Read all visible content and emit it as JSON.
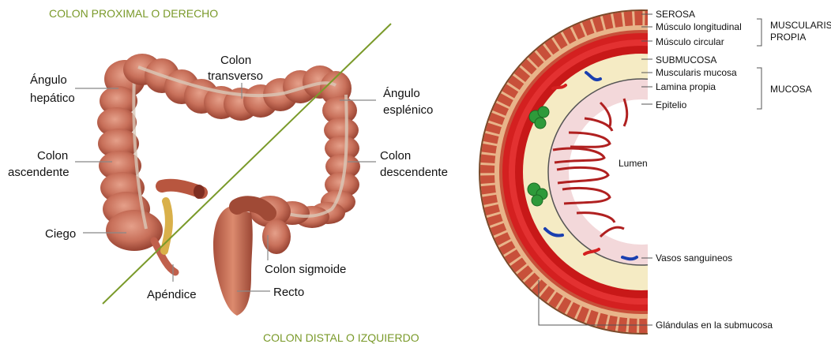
{
  "colors": {
    "accent_green": "#7a9a2a",
    "colon_flesh": "#c8705a",
    "colon_dark": "#8e3a2a",
    "muscle_red": "#d42020",
    "submucosa_cream": "#f5ebc4",
    "lumen_pink": "#f3d8da",
    "gland_green": "#2e9a3a",
    "vessel_blue": "#1a3fb0"
  },
  "left_figure": {
    "title_top": "COLON PROXIMAL O DERECHO",
    "title_bottom": "COLON DISTAL O IZQUIERDO",
    "labels": {
      "angulo_hepatico": [
        "Ángulo",
        "hepático"
      ],
      "colon_transverso": [
        "Colon",
        "transverso"
      ],
      "angulo_esplenico": [
        "Ángulo",
        "esplénico"
      ],
      "colon_ascendente": [
        "Colon",
        "ascendente"
      ],
      "colon_descendente": [
        "Colon",
        "descendente"
      ],
      "ciego": "Ciego",
      "colon_sigmoide": "Colon sigmoide",
      "apendice": "Apéndice",
      "recto": "Recto"
    }
  },
  "right_figure": {
    "labels": {
      "serosa": "SEROSA",
      "musculo_longitudinal": "Músculo longitudinal",
      "musculo_circular": "Músculo circular",
      "muscularis_propia": [
        "MUSCULARIS",
        "PROPIA"
      ],
      "submucosa": "SUBMUCOSA",
      "muscularis_mucosa": "Muscularis mucosa",
      "lamina_propia": "Lamina propia",
      "epitelio": "Epitelio",
      "mucosa": "MUCOSA",
      "lumen": "Lumen",
      "vasos_sanguineos": "Vasos sanguineos",
      "glandulas_submucosa": "Glándulas en la submucosa"
    }
  }
}
